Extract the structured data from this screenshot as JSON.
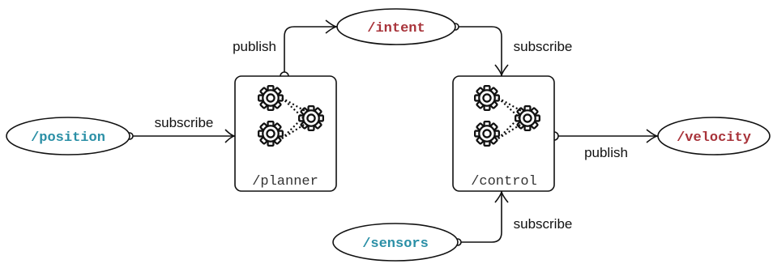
{
  "topics": {
    "intent": "/intent",
    "position": "/position",
    "velocity": "/velocity",
    "sensors": "/sensors"
  },
  "nodes": {
    "planner": "/planner",
    "control": "/control"
  },
  "edges": {
    "planner_publish": "publish",
    "planner_subscribe": "subscribe",
    "control_subscribe_intent": "subscribe",
    "control_publish": "publish",
    "control_subscribe_sensors": "subscribe"
  },
  "icons": {
    "planner": "gears-network-icon",
    "control": "gears-network-icon"
  },
  "colors": {
    "input_topic": "#2a8fa6",
    "output_topic": "#a8333a"
  }
}
